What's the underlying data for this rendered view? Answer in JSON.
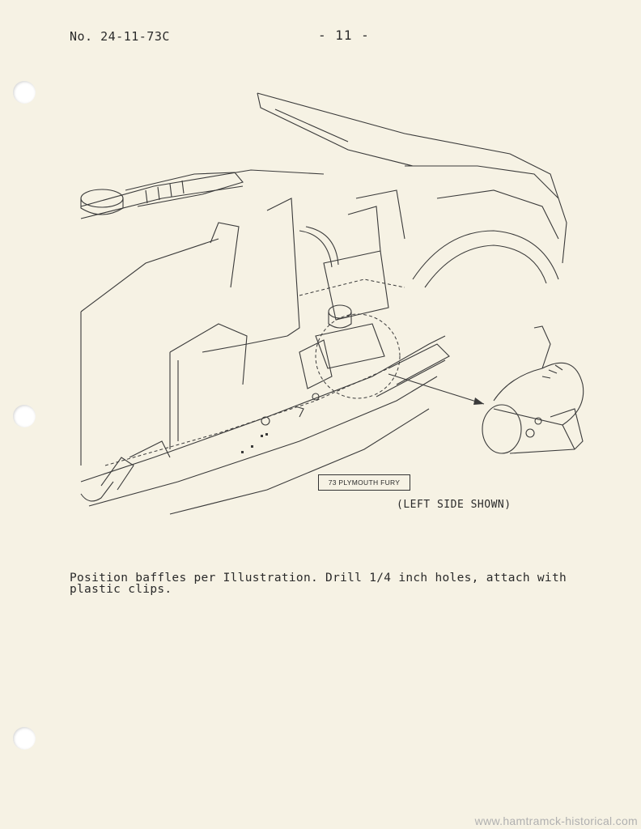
{
  "header": {
    "doc_number": "No. 24-11-73C",
    "page_number": "- 11 -"
  },
  "illustration": {
    "caption_label": "73 PLYMOUTH FURY",
    "side_note": "(LEFT SIDE SHOWN)"
  },
  "body": {
    "instructions": "Position baffles per Illustration.  Drill 1/4 inch holes, attach with plastic clips."
  },
  "footer": {
    "watermark": "www.hamtramck-historical.com"
  }
}
